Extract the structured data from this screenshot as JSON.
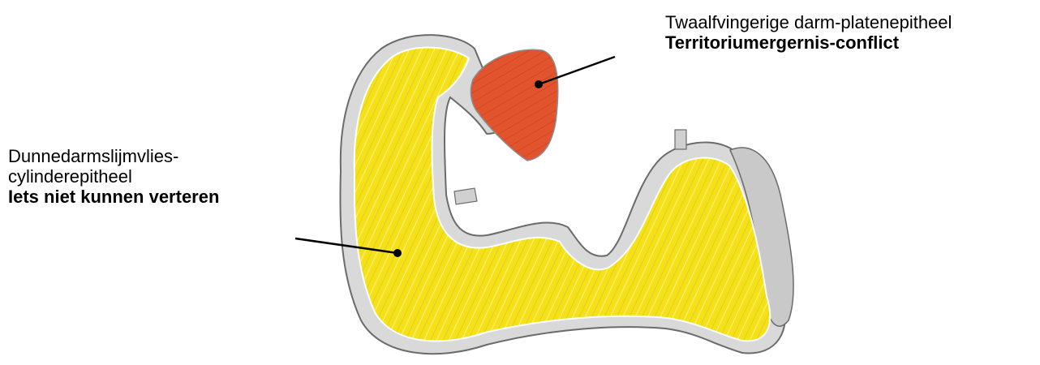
{
  "labels": {
    "left": {
      "line1": "Dunnedarmslijmvlies-",
      "line2": "cylinderepitheel",
      "line3": "Iets niet kunnen verteren"
    },
    "right": {
      "line1": "Twaalfvingerige darm-platenepitheel",
      "line2": "Territoriumergernis-conflict"
    }
  },
  "colors": {
    "small_intestine_mucosa": "#f5e11a",
    "duodenal_bulb": "#e2542e",
    "wall": "#d9d9d9",
    "wall_outline": "#6b6b6b",
    "pointer": "#000000"
  }
}
